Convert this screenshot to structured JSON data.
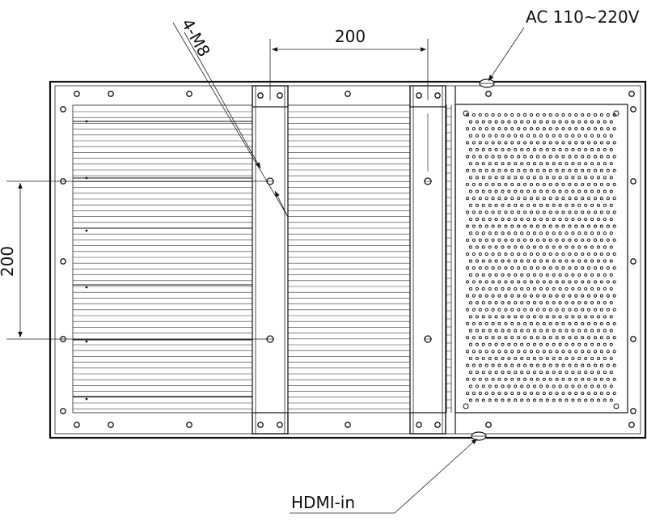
{
  "labels": {
    "top_dimension": "200",
    "left_dimension": "200",
    "screw_callout": "4-M8",
    "power_input": "AC 110~220V",
    "video_input": "HDMI-in"
  },
  "colors": {
    "line": "#111111",
    "background": "#ffffff"
  }
}
